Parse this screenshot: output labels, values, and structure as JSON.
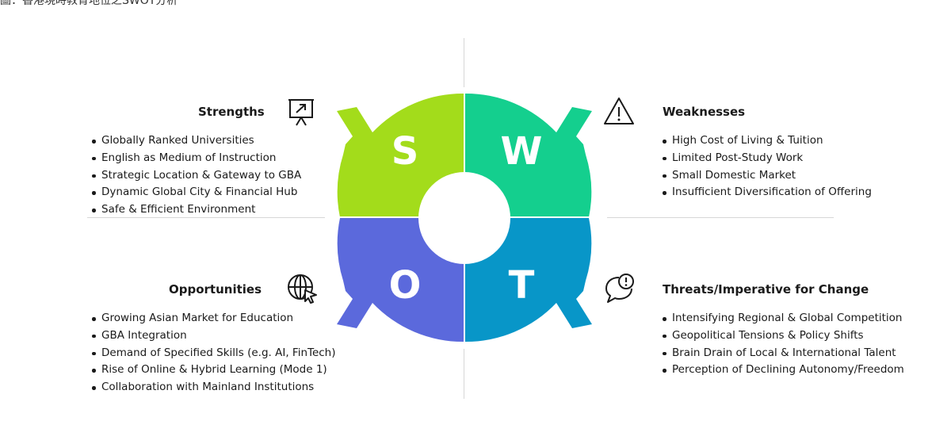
{
  "caption": "圖：香港現時教育地位之SWOT分析",
  "swot": {
    "strengths": {
      "title": "Strengths",
      "letter": "S",
      "color": "#a3dc1b",
      "icon": "presentation-board-icon",
      "items": [
        "Globally Ranked Universities",
        "English as Medium of Instruction",
        "Strategic Location & Gateway to GBA",
        "Dynamic Global City & Financial Hub",
        "Safe & Efficient Environment"
      ]
    },
    "weaknesses": {
      "title": "Weaknesses",
      "letter": "W",
      "color": "#14cf8e",
      "icon": "warning-triangle-icon",
      "items": [
        "High Cost of Living & Tuition",
        "Limited Post-Study Work",
        "Small Domestic Market",
        "Insufficient Diversification of Offering"
      ]
    },
    "opportunities": {
      "title": "Opportunities",
      "letter": "O",
      "color": "#5b69dc",
      "icon": "globe-cursor-icon",
      "items": [
        "Growing Asian Market for Education",
        "GBA Integration",
        "Demand of Specified Skills (e.g. AI, FinTech)",
        "Rise of Online & Hybrid Learning (Mode 1)",
        "Collaboration with Mainland Institutions"
      ]
    },
    "threats": {
      "title": "Threats/Imperative for Change",
      "letter": "T",
      "color": "#0896c8",
      "icon": "alert-speech-bubble-icon",
      "items": [
        "Intensifying Regional & Global Competition",
        "Geopolitical Tensions & Policy Shifts",
        "Brain Drain of Local & International Talent",
        "Perception of Declining Autonomy/Freedom"
      ]
    }
  }
}
